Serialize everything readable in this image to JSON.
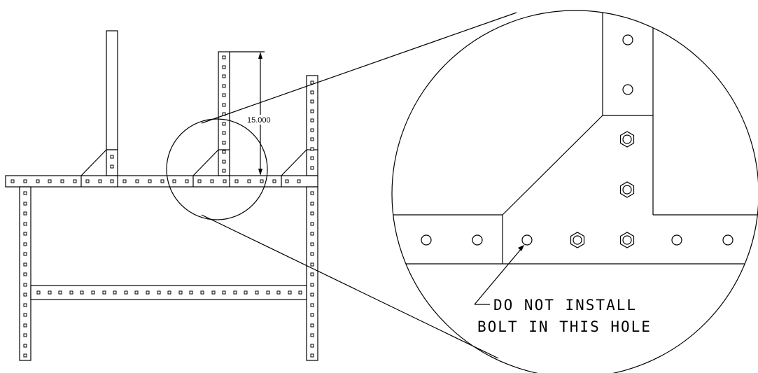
{
  "dimension": {
    "value_label": "15.000"
  },
  "note": {
    "line1": "DO NOT INSTALL",
    "line2": "BOLT IN THIS HOLE"
  },
  "colors": {
    "ink": "#000000",
    "paper": "#ffffff"
  }
}
